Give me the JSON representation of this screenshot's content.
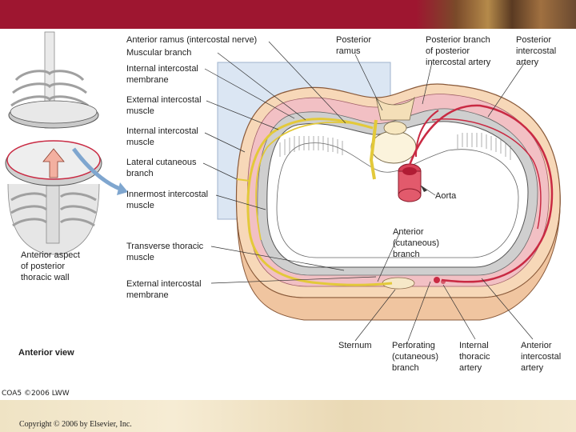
{
  "colors": {
    "banner": "#9e1630",
    "nerve": "#e3c93a",
    "artery": "#c92a43",
    "footer": "#efe3c4",
    "panel": "#dbe6f3"
  },
  "labels": {
    "anterior_ramus": "Anterior ramus (intercostal nerve)",
    "muscular_branch": "Muscular branch",
    "internal_intercostal_membrane": "Internal intercostal\nmembrane",
    "external_intercostal_muscle": "External intercostal\nmuscle",
    "internal_intercostal_muscle": "Internal intercostal\nmuscle",
    "lateral_cutaneous_branch": "Lateral cutaneous\nbranch",
    "innermost_intercostal_muscle": "Innermost intercostal\nmuscle",
    "transverse_thoracic_muscle": "Transverse thoracic\nmuscle",
    "external_intercostal_membrane": "External intercostal\nmembrane",
    "posterior_ramus": "Posterior\nramus",
    "posterior_branch_artery": "Posterior branch\nof posterior\nintercostal artery",
    "posterior_intercostal_artery": "Posterior\nintercostal\nartery",
    "aorta": "Aorta",
    "anterior_cutaneous_branch": "Anterior\n(cutaneous)\nbranch",
    "sternum": "Sternum",
    "perforating_branch": "Perforating\n(cutaneous)\nbranch",
    "internal_thoracic_artery": "Internal\nthoracic\nartery",
    "anterior_intercostal_artery": "Anterior\nintercostal\nartery",
    "anterior_aspect": "Anterior aspect\nof posterior\nthoracic wall",
    "anterior_view": "Anterior view"
  },
  "credit": "COA5 ©2006 LWW",
  "copyright": "Copyright © 2006 by Elsevier, Inc."
}
